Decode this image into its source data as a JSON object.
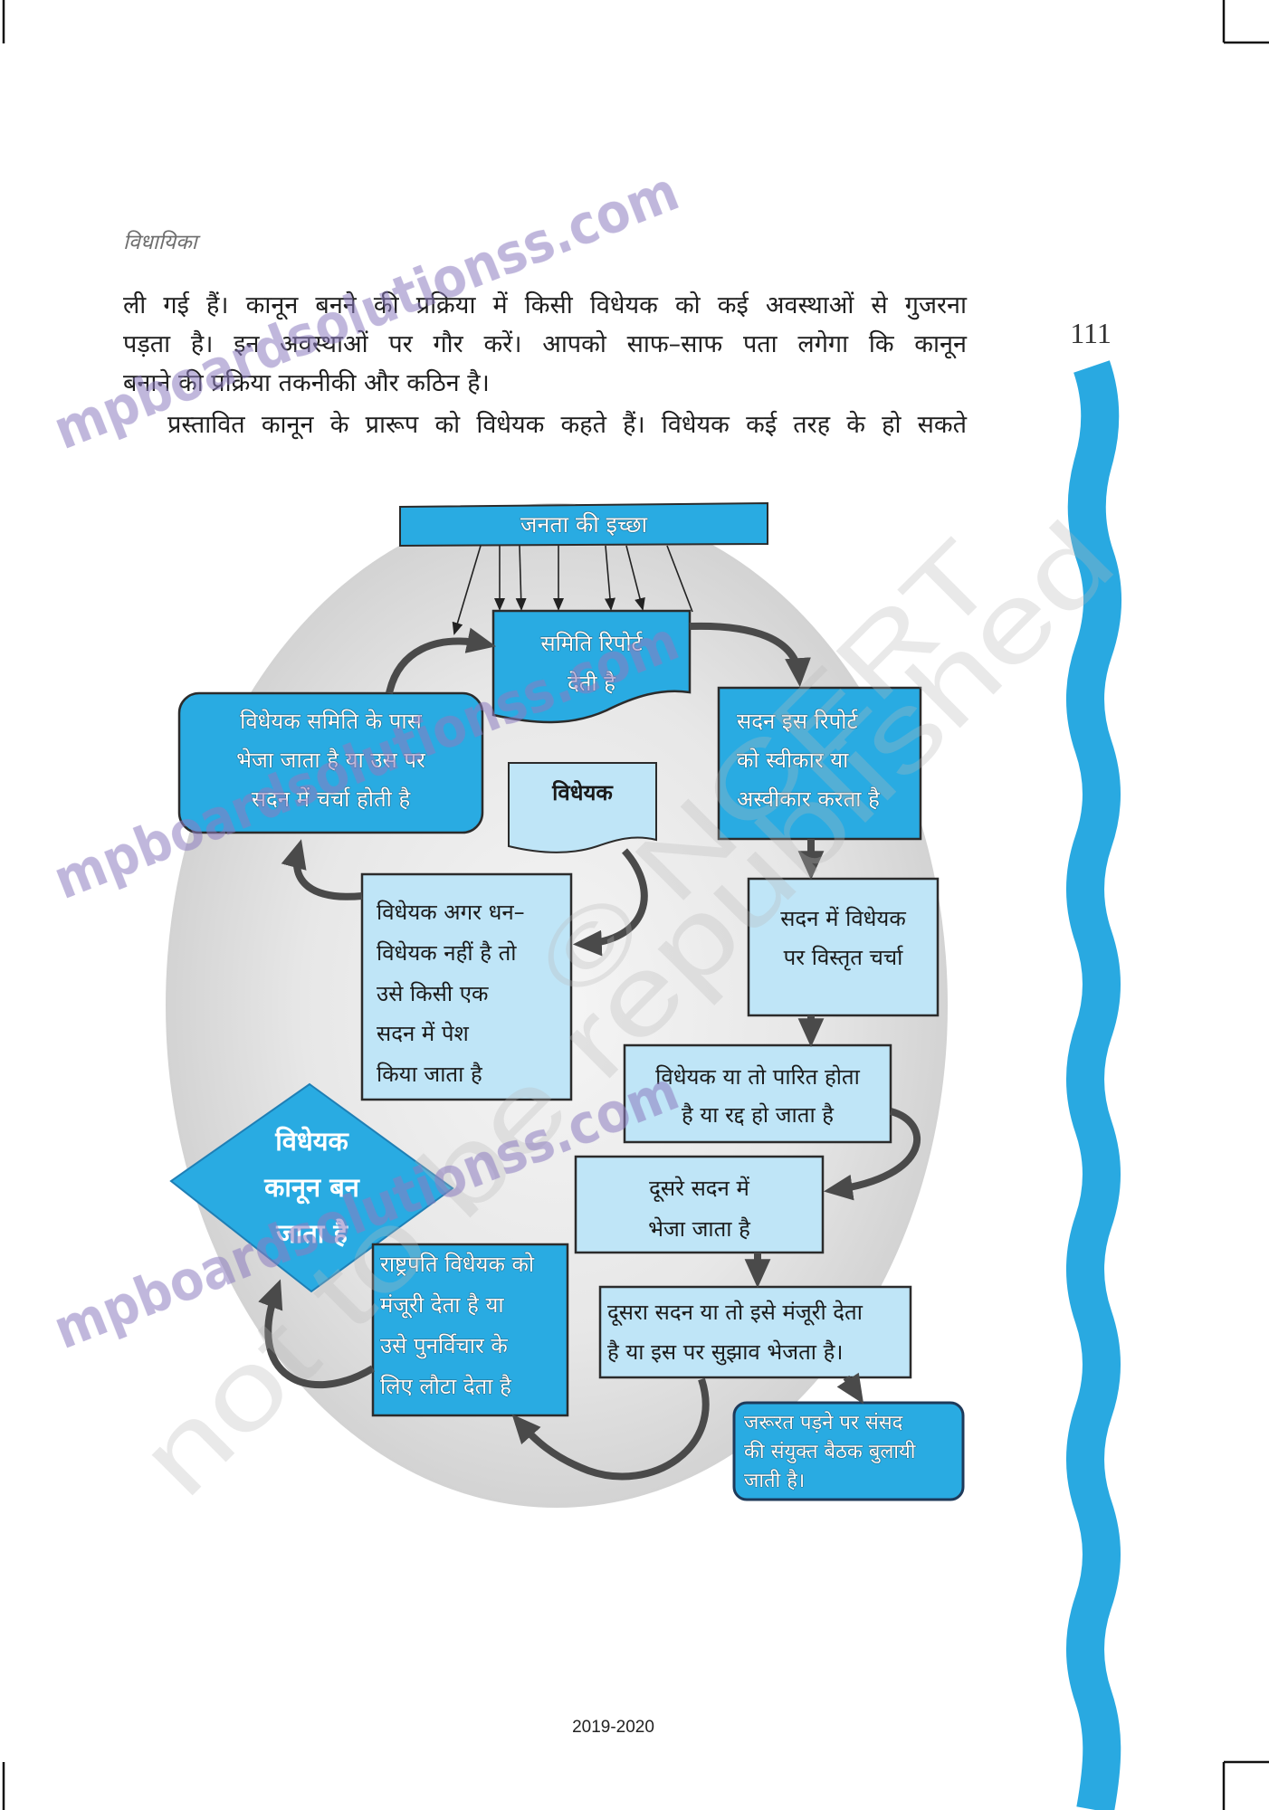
{
  "page": {
    "header": "विधायिका",
    "page_number": "111",
    "footer": "2019-2020"
  },
  "body": {
    "lines": [
      "ली गई हैं। कानून बनने की प्रक्रिया में किसी विधेयक को कई अवस्थाओं से गुजरना",
      "पड़ता है। इन अवस्थाओं पर गौर करें। आपको साफ–साफ पता लगेगा कि कानून",
      "बनाने की प्रक्रिया तकनीकी और कठिन है।",
      "प्रस्तावित कानून के प्रारूप को विधेयक कहते हैं। विधेयक कई तरह के हो सकते"
    ]
  },
  "flowchart": {
    "public_will": "जनता की इच्छा",
    "committee_report": {
      "lines": [
        "समिति रिपोर्ट",
        "देती है"
      ]
    },
    "sent_to_committee": {
      "lines": [
        "विधेयक समिति के पास",
        "भेजा जाता है या उस पर",
        "सदन में चर्चा होती है"
      ]
    },
    "bill": "विधेयक",
    "house_decides_report": {
      "lines": [
        "सदन इस रिपोर्ट",
        "को स्वीकार या",
        "अस्वीकार करता है"
      ]
    },
    "bill_introduced": {
      "lines": [
        "विधेयक अगर धन–",
        "विधेयक नहीं है तो",
        "उसे किसी एक",
        "सदन में पेश",
        "किया जाता है"
      ]
    },
    "detailed_discussion": {
      "lines": [
        "सदन में विधेयक",
        "पर विस्तृत चर्चा"
      ]
    },
    "passed_or_rejected": {
      "lines": [
        "विधेयक या तो पारित होता",
        "है या रद्द हो जाता है"
      ]
    },
    "becomes_law": {
      "lines": [
        "विधेयक",
        "कानून बन",
        "जाता है"
      ]
    },
    "sent_to_other_house": {
      "lines": [
        "दूसरे सदन में",
        "भेजा जाता है"
      ]
    },
    "president": {
      "lines": [
        "राष्ट्रपति विधेयक को",
        "मंजूरी देता है या",
        "उसे पुनर्विचार के",
        "लिए लौटा देता है"
      ]
    },
    "other_house": {
      "lines": [
        "दूसरा सदन या तो इसे मंजूरी देता",
        "है या इस पर सुझाव भेजता है।"
      ]
    },
    "joint_sitting": {
      "lines": [
        "जरूरत पड़ने पर संसद",
        "की संयुक्त बैठक बुलायी",
        "जाती है।"
      ]
    }
  },
  "watermarks": {
    "site": "mpboardsolutionss.com",
    "ncert_copyright": "© NCERT",
    "ncert_notice": "not to be republished"
  },
  "colors": {
    "accent": "#29abe2",
    "light_box": "#bfe5f7",
    "arrow": "#4a4a4a",
    "strip": "#29a9e1",
    "watermark_site": "#8d7dc0"
  }
}
